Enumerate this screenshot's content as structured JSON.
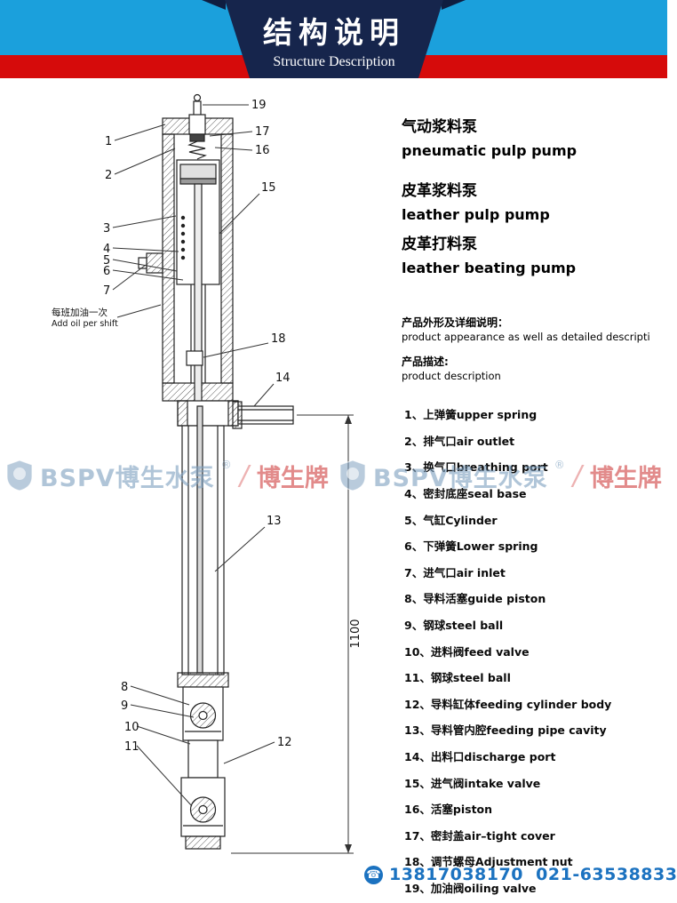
{
  "header": {
    "title_cn": "结构说明",
    "title_en": "Structure Description"
  },
  "colors": {
    "banner_blue": "#1ba0dc",
    "banner_red": "#d60b0b",
    "banner_navy": "#16254c",
    "phone_blue": "#1b72c0",
    "watermark_blue": "#80a1c0",
    "watermark_red": "#cb2c2c"
  },
  "products": [
    {
      "cn": "气动浆料泵",
      "en": "pneumatic pulp pump"
    },
    {
      "cn": "皮革浆料泵",
      "en": "leather pulp pump"
    },
    {
      "cn": "皮革打料泵",
      "en": "leather beating pump"
    }
  ],
  "description": {
    "appearance_cn": "产品外形及详细说明：",
    "appearance_en": "product appearance as well as detailed descripti",
    "desc_cn": "产品描述:",
    "desc_en": "product description"
  },
  "parts": [
    {
      "label": "1、上弹簧upper spring"
    },
    {
      "label": "2、排气口air outlet"
    },
    {
      "label": "3、换气口breathing port"
    },
    {
      "label": "4、密封底座seal base"
    },
    {
      "label": "5、气缸Cylinder"
    },
    {
      "label": "6、下弹簧Lower spring"
    },
    {
      "label": "7、进气口air inlet"
    },
    {
      "label": "8、导料活塞guide piston"
    },
    {
      "label": "9、钢球steel ball"
    },
    {
      "label": "10、进料阀feed valve"
    },
    {
      "label": "11、钢球steel ball"
    },
    {
      "label": "12、导料缸体feeding cylinder body"
    },
    {
      "label": "13、导料管内腔feeding pipe cavity"
    },
    {
      "label": "14、出料口discharge port"
    },
    {
      "label": "15、进气阀intake valve"
    },
    {
      "label": "16、活塞piston"
    },
    {
      "label": "17、密封盖air–tight cover"
    },
    {
      "label": "18、调节螺母Adjustment nut"
    },
    {
      "label": "19、加油阀oiling valve"
    }
  ],
  "diagram": {
    "callouts": [
      "1",
      "2",
      "3",
      "4",
      "5",
      "6",
      "7",
      "8",
      "9",
      "10",
      "11",
      "12",
      "13",
      "14",
      "15",
      "16",
      "17",
      "18",
      "19"
    ],
    "oil_note_cn": "每班加油一次",
    "oil_note_en": "Add oil per shift",
    "dimension": "1100"
  },
  "watermark": {
    "brand": "BSPV博生水泵",
    "reg": "®",
    "slash": "/",
    "badge": "博生牌"
  },
  "footer": {
    "phone_icon": "☎",
    "phone": "13817038170  021-63538833"
  }
}
